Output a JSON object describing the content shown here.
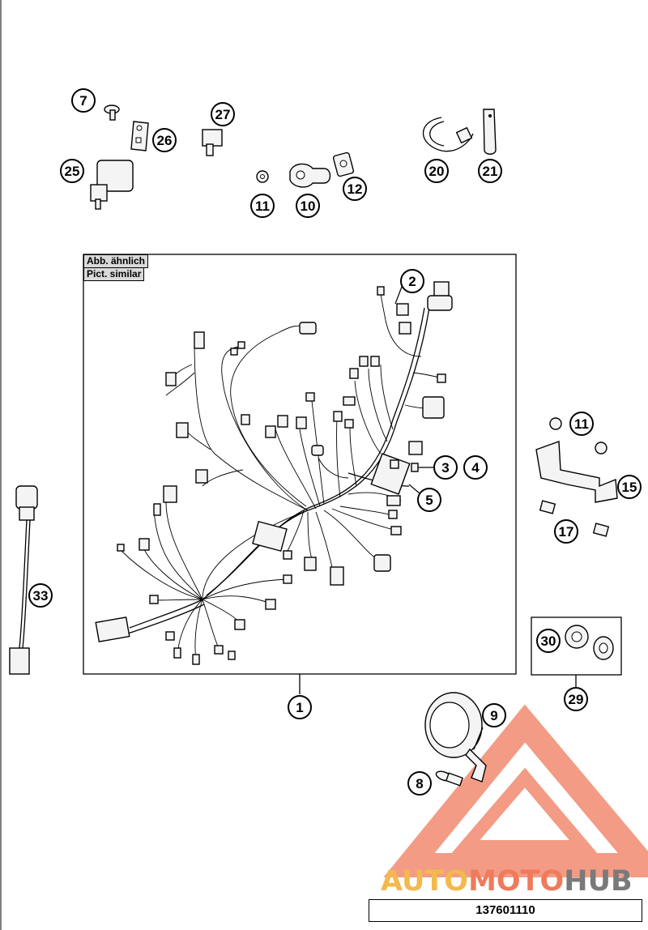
{
  "callouts": [
    {
      "id": "c7",
      "text": "7"
    },
    {
      "id": "c27",
      "text": "27"
    },
    {
      "id": "c26",
      "text": "26"
    },
    {
      "id": "c25",
      "text": "25"
    },
    {
      "id": "c11a",
      "text": "11"
    },
    {
      "id": "c10",
      "text": "10"
    },
    {
      "id": "c12",
      "text": "12"
    },
    {
      "id": "c20",
      "text": "20"
    },
    {
      "id": "c21",
      "text": "21"
    },
    {
      "id": "c2",
      "text": "2"
    },
    {
      "id": "c3",
      "text": "3"
    },
    {
      "id": "c4",
      "text": "4"
    },
    {
      "id": "c5",
      "text": "5"
    },
    {
      "id": "c11b",
      "text": "11"
    },
    {
      "id": "c15",
      "text": "15"
    },
    {
      "id": "c17",
      "text": "17"
    },
    {
      "id": "c33",
      "text": "33"
    },
    {
      "id": "c30",
      "text": "30"
    },
    {
      "id": "c29",
      "text": "29"
    },
    {
      "id": "c1",
      "text": "1"
    },
    {
      "id": "c9",
      "text": "9"
    },
    {
      "id": "c8",
      "text": "8"
    }
  ],
  "frame_labels": {
    "line1": "Abb. ähnlich",
    "line2": "Pict. similar"
  },
  "watermark": {
    "part1": "AUTO",
    "part2": "MOTO",
    "part3": "HUB"
  },
  "drawing_code": "137601110",
  "colors": {
    "watermark_red": "#f07a5c",
    "watermark_yellow": "#f3b94e",
    "watermark_grey": "#7a7a7a"
  }
}
